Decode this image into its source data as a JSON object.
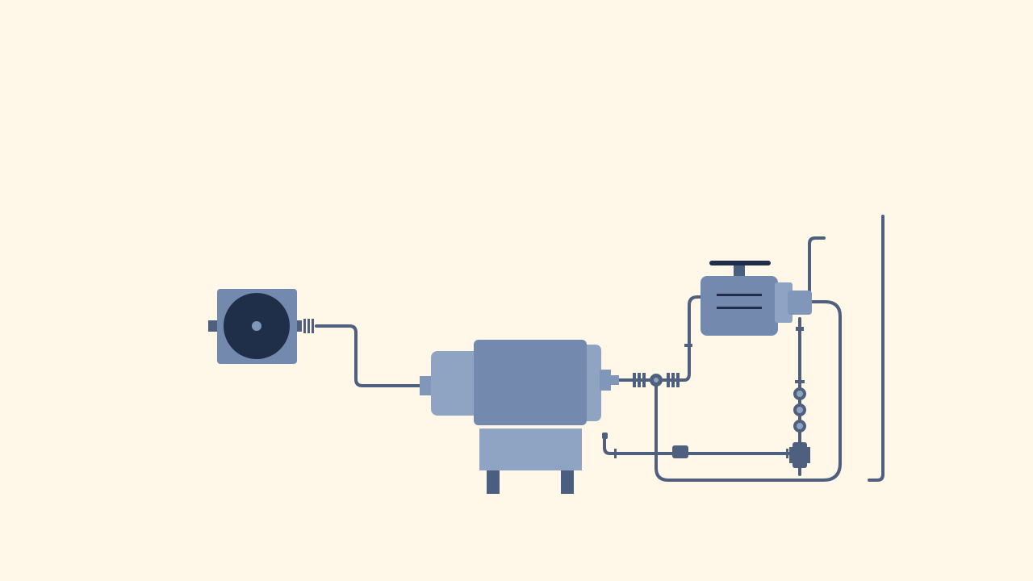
{
  "diagram": {
    "background": "#FFF7E8",
    "colors": {
      "body_light": "#8197B9",
      "body_mid": "#7389AE",
      "body_pale": "#8FA3C3",
      "pipe": "#4E607E",
      "dark": "#1F2F4A",
      "feet": "#4A5E80"
    },
    "components": [
      {
        "id": "drive-motor",
        "icon": "disc-motor-icon"
      },
      {
        "id": "main-pump",
        "icon": "pump-housing-icon"
      },
      {
        "id": "auxiliary-motor",
        "icon": "aux-motor-icon"
      },
      {
        "id": "inline-valve",
        "icon": "valve-icon"
      },
      {
        "id": "check-valves",
        "icon": "check-valve-icon"
      },
      {
        "id": "vertical-standpipe",
        "icon": "standpipe-icon"
      }
    ]
  }
}
